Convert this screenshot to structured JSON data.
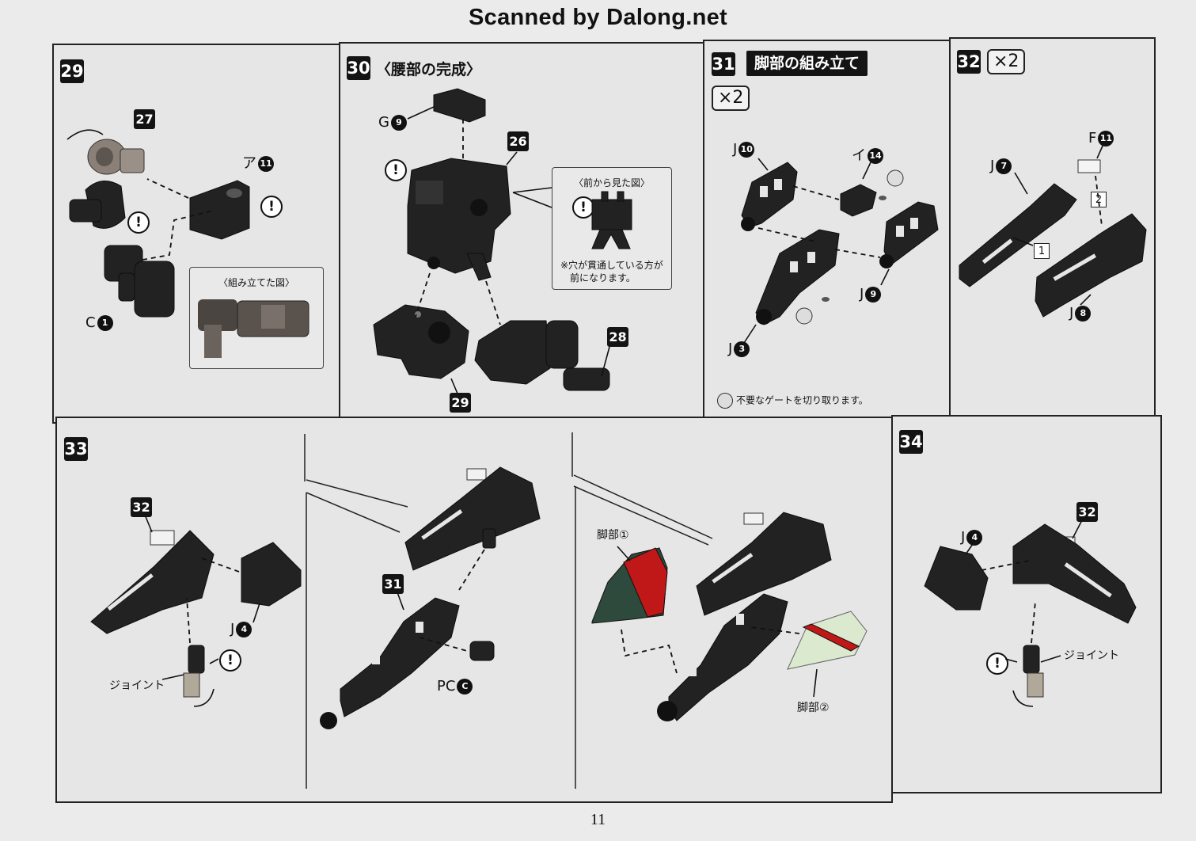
{
  "header": "Scanned by Dalong.net",
  "page_number": "11",
  "steps": {
    "s29": {
      "number": "29",
      "ref_27": "27",
      "part_a": "ア",
      "part_a_num": "11",
      "part_c": "C",
      "part_c_num": "1",
      "inset_title": "〈組み立てた図〉"
    },
    "s30": {
      "number": "30",
      "title": "〈腰部の完成〉",
      "part_g": "G",
      "part_g_num": "9",
      "ref_26": "26",
      "ref_28": "28",
      "ref_29": "29",
      "inset_title": "〈前から見た図〉",
      "inset_note_1": "※穴が貫通している方が",
      "inset_note_2": "前になります。"
    },
    "s31": {
      "number": "31",
      "title": "脚部の組み立て",
      "times": "×2",
      "part_j10": "J",
      "part_j10_num": "10",
      "part_i": "イ",
      "part_i_num": "14",
      "part_j9": "J",
      "part_j9_num": "9",
      "part_j3": "J",
      "part_j3_num": "3",
      "note": "不要なゲートを切り取ります。"
    },
    "s32": {
      "number": "32",
      "times": "×2",
      "part_f": "F",
      "part_f_num": "11",
      "part_j7": "J",
      "part_j7_num": "7",
      "part_j8": "J",
      "part_j8_num": "8",
      "sub1": "1",
      "sub2": "2"
    },
    "s33": {
      "number": "33",
      "ref_32": "32",
      "part_j4": "J",
      "part_j4_num": "4",
      "joint": "ジョイント",
      "ref_31": "31",
      "part_pc": "PC",
      "part_pc_num": "C",
      "leg1": "脚部①",
      "leg2": "脚部②"
    },
    "s34": {
      "number": "34",
      "ref_32": "32",
      "part_j4": "J",
      "part_j4_num": "4",
      "joint": "ジョイント"
    }
  },
  "colors": {
    "part_dark": "#222222",
    "part_gray": "#8a8078",
    "accent_red": "#c01818",
    "accent_green": "#2e4a3c",
    "light_green": "#dbe9cf"
  },
  "icons": [
    "warning-icon",
    "rotate-arrow-icon",
    "nipper-icon"
  ]
}
